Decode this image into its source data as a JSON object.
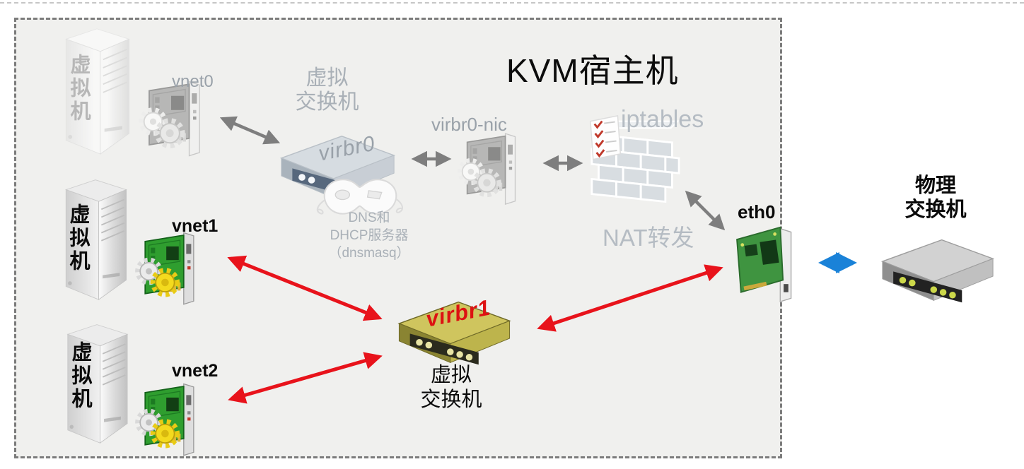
{
  "host": {
    "title": "KVM宿主机"
  },
  "labels": {
    "vm": "虚拟机",
    "vnet0": "vnet0",
    "vnet1": "vnet1",
    "vnet2": "vnet2",
    "virbr0": "virbr0",
    "virbr1": "virbr1",
    "virbr0_nic": "virbr0-nic",
    "iptables": "iptables",
    "nat_forward": "NAT转发",
    "eth0": "eth0",
    "vswitch_line1": "虚拟",
    "vswitch_line2": "交换机",
    "physical_line1": "物理",
    "physical_line2": "交换机",
    "dns_line1": "DNS和",
    "dns_line2": "DHCP服务器",
    "dns_line3": "（dnsmasq）"
  },
  "colors": {
    "host_background": "#f0f0ee",
    "host_border": "#7b7b7b",
    "red_arrow": "#e8131b",
    "blue_arrow": "#1a82d8",
    "gray_arrow": "#7e7e7e",
    "virbr1_text": "#dd1212",
    "faded_text": "#99a1a9",
    "light_faded_text": "#b5bcc3",
    "virbr1_switch": "#b9af45",
    "nic_board_green": "#2f9e2f"
  }
}
